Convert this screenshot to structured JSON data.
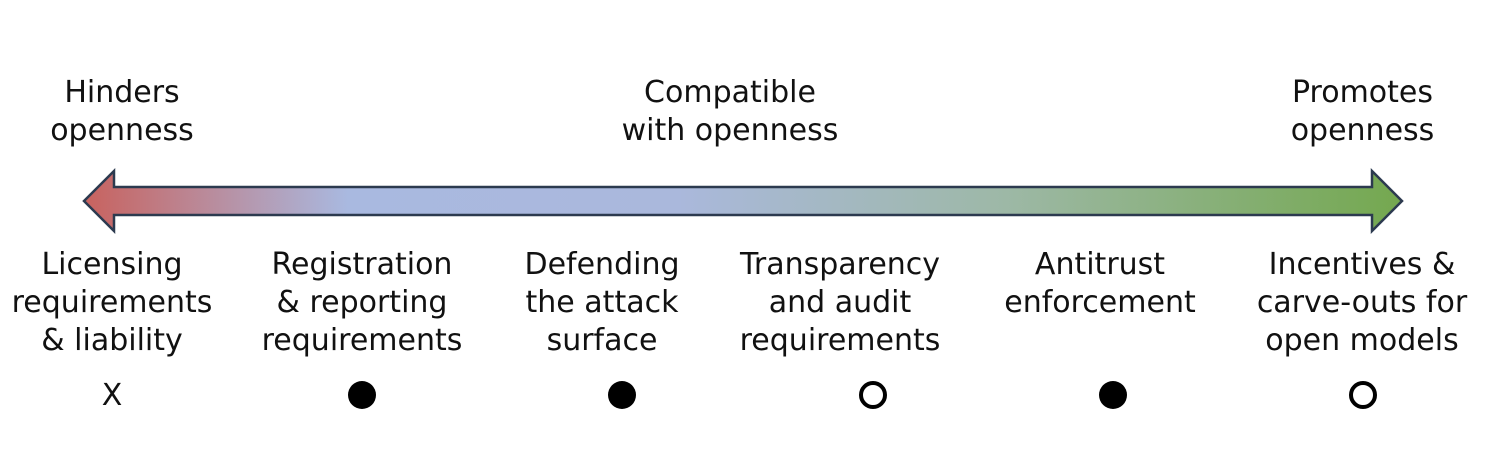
{
  "scale": {
    "left_label": "Hinders\nopenness",
    "center_label": "Compatible\nwith openness",
    "right_label": "Promotes\nopenness",
    "gradient_colors": [
      "#c8625e",
      "#a9b9e0",
      "#aab8dc",
      "#9db8a6",
      "#74a84f"
    ]
  },
  "policies": [
    {
      "label": "Licensing\nrequirements\n& liability",
      "marker": "cross",
      "marker_text": "X"
    },
    {
      "label": "Registration\n& reporting\nrequirements",
      "marker": "filled"
    },
    {
      "label": "Defending\nthe attack\nsurface",
      "marker": "filled"
    },
    {
      "label": "Transparency\nand audit\nrequirements",
      "marker": "open"
    },
    {
      "label": "Antitrust\nenforcement",
      "marker": "filled"
    },
    {
      "label": "Incentives &\ncarve-outs for\nopen models",
      "marker": "open"
    }
  ]
}
